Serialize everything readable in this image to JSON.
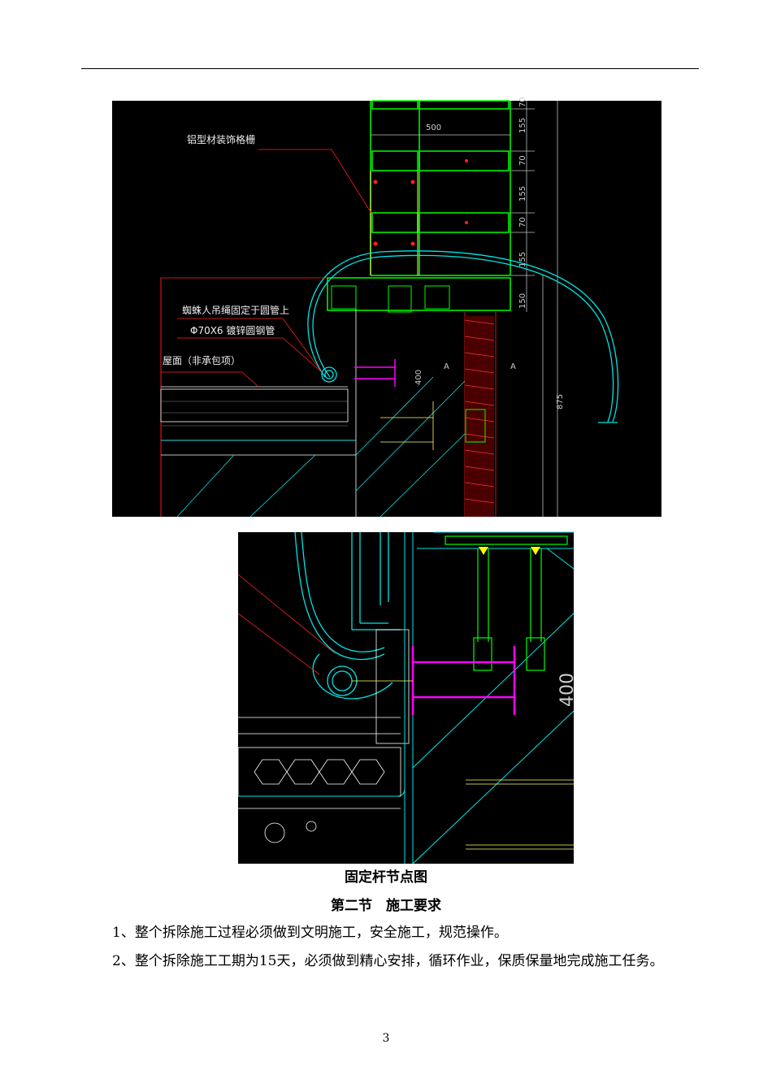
{
  "drawing1": {
    "labels": {
      "grille": "铝型材装饰格栅",
      "spider_rope": "蜘蛛人吊绳固定于圆管上",
      "pipe": "Φ70X6 镀锌圆钢管",
      "roof": "屋面（非承包项）"
    },
    "dimensions": {
      "width_500": "500",
      "d155a": "155",
      "d70a": "70",
      "d155b": "155",
      "d70b": "70",
      "d155c": "155",
      "d150": "150",
      "d400": "400",
      "d875": "875",
      "d70top": "70",
      "section_a1": "A",
      "section_a2": "A"
    }
  },
  "drawing2": {
    "dimensions": {
      "d400": "400"
    }
  },
  "caption": "固定杆节点图",
  "section_title": "第二节　施工要求",
  "paragraphs": [
    "1、整个拆除施工过程必须做到文明施工，安全施工，规范操作。",
    "2、整个拆除施工工期为15天，必须做到精心安排，循环作业，保质保量地完成施工任务。"
  ],
  "page_number": "3",
  "colors": {
    "cad_background": "#000000",
    "green": "#00ff00",
    "cyan": "#00e5e5",
    "magenta": "#ff00ff",
    "red": "#ff2020",
    "white": "#ffffff"
  }
}
